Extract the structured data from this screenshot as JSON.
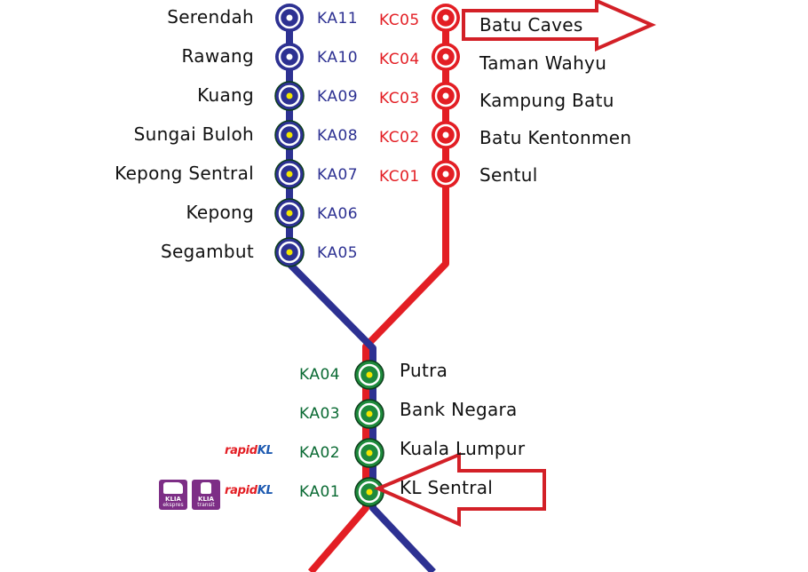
{
  "colors": {
    "blue_line": "#2d3192",
    "red_line": "#e31e24",
    "shared_station": "#1e8a3c",
    "arrow": "#d32027"
  },
  "ka_upper": [
    {
      "name": "Serendah",
      "code": "KA11"
    },
    {
      "name": "Rawang",
      "code": "KA10"
    },
    {
      "name": "Kuang",
      "code": "KA09"
    },
    {
      "name": "Sungai Buloh",
      "code": "KA08"
    },
    {
      "name": "Kepong Sentral",
      "code": "KA07"
    },
    {
      "name": "Kepong",
      "code": "KA06"
    },
    {
      "name": "Segambut",
      "code": "KA05"
    }
  ],
  "kc_upper": [
    {
      "name": "Batu Caves",
      "code": "KC05"
    },
    {
      "name": "Taman Wahyu",
      "code": "KC04"
    },
    {
      "name": "Kampung Batu",
      "code": "KC03"
    },
    {
      "name": "Batu Kentonmen",
      "code": "KC02"
    },
    {
      "name": "Sentul",
      "code": "KC01"
    }
  ],
  "shared": [
    {
      "name": "Putra",
      "code": "KA04"
    },
    {
      "name": "Bank Negara",
      "code": "KA03"
    },
    {
      "name": "Kuala Lumpur",
      "code": "KA02"
    },
    {
      "name": "KL Sentral",
      "code": "KA01"
    }
  ],
  "logos": {
    "rapid_a": "rapid",
    "rapid_b": "KL",
    "klia_ekspres_top": "KLIA",
    "klia_ekspres_bottom": "ekspres",
    "klia_transit_top": "KLIA",
    "klia_transit_bottom": "transit"
  }
}
